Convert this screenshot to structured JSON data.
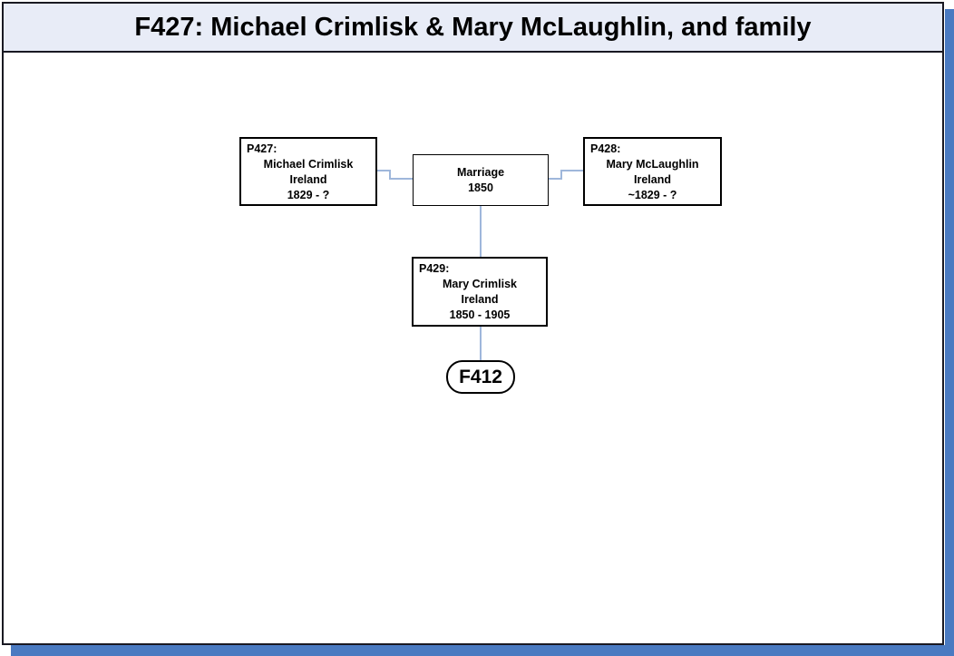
{
  "header": {
    "title": "F427: Michael Crimlisk & Mary McLaughlin, and family"
  },
  "diagram": {
    "father": {
      "id_label": "P427:",
      "name": "Michael Crimlisk",
      "place": "Ireland",
      "dates": "1829 - ?"
    },
    "marriage": {
      "event": "Marriage",
      "year": "1850"
    },
    "mother": {
      "id_label": "P428:",
      "name": "Mary McLaughlin",
      "place": "Ireland",
      "dates": "~1829 - ?"
    },
    "child": {
      "id_label": "P429:",
      "name": "Mary Crimlisk",
      "place": "Ireland",
      "dates": "1850 - 1905"
    },
    "family_ref": {
      "label": "F412"
    }
  },
  "colors": {
    "page_shadow": "#4a7ac1",
    "header_fill": "#e8ecf7",
    "frame_border": "#191922",
    "box_border": "#000000",
    "connector": "#9fb7db"
  }
}
